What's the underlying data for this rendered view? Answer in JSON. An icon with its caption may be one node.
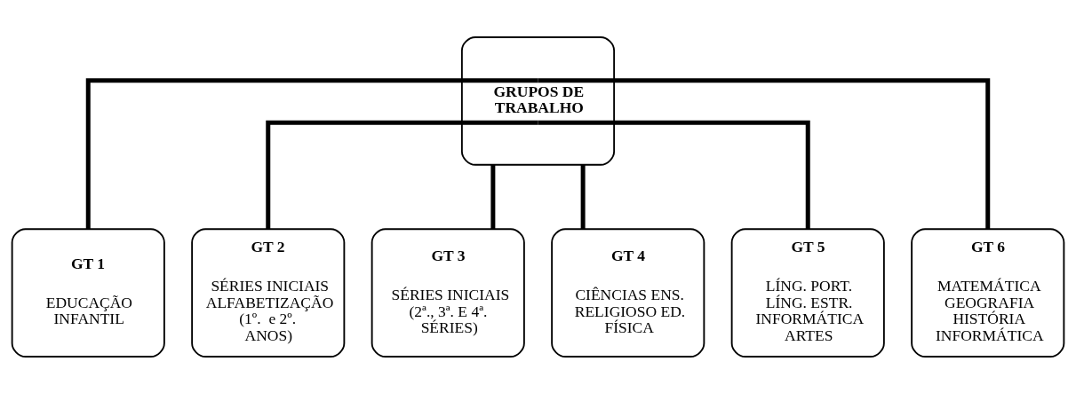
{
  "diagram": {
    "nodes": [
      {
        "text": [
          "GRUPOS DE TRABALHO"
        ]
      },
      {
        "text": [
          "GT 1",
          "EDUCAÇÃO INFANTIL"
        ]
      },
      {
        "text": [
          "GT 2",
          "SÉRIES INICIAIS ALFABETIZAÇÃO (1º.  e 2º. ANOS)"
        ]
      },
      {
        "text": [
          "GT 3",
          "SÉRIES INICIAIS (2ª., 3ª. E 4ª. SÉRIES)"
        ]
      },
      {
        "text": [
          "GT 4",
          "CIÊNCIAS ENS. RELIGIOSO ED. FÍSICA"
        ]
      },
      {
        "text": [
          "GT 5",
          "LÍNG. PORT. LÍNG. ESTR. INFORMÁTICA ARTES"
        ]
      },
      {
        "text": [
          "GT 6",
          "MATEMÁTICA GEOGRAFIA HISTÓRIA INFORMÁTICA"
        ]
      }
    ],
    "edges": [
      {
        "from": 0,
        "to": 1,
        "arrow": "none"
      },
      {
        "from": 0,
        "to": 2,
        "arrow": "none"
      },
      {
        "from": 0,
        "to": 3,
        "arrow": "none"
      },
      {
        "from": 0,
        "to": 4,
        "arrow": "none"
      },
      {
        "from": 0,
        "to": 5,
        "arrow": "none"
      },
      {
        "from": 0,
        "to": 6,
        "arrow": "none"
      }
    ]
  }
}
